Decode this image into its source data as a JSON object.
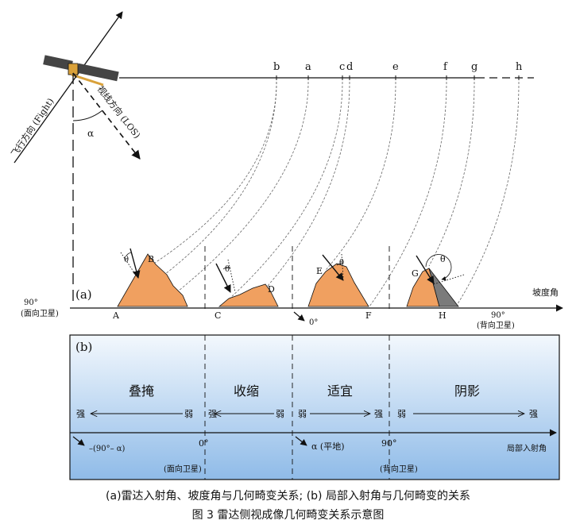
{
  "colors": {
    "terrain": "#f0a060",
    "shadow": "#7b7b7b",
    "panel_top": "#f3f8fd",
    "panel_bottom": "#8fbbe8",
    "line": "#111111"
  },
  "satellite": {
    "flight_label": "飞行方向 (Fight)",
    "los_label": "视线方向 (LOS)",
    "alpha_label": "α"
  },
  "range_points": [
    "b",
    "a",
    "c",
    "d",
    "e",
    "f",
    "g",
    "h"
  ],
  "panel_a": {
    "tag": "(a)",
    "axis_label": "坡度角",
    "left_end": {
      "angle": "90°",
      "note": "(面向卫星)"
    },
    "right_end": {
      "angle": "90°",
      "note": "(背向卫星)"
    },
    "zero_label": "0°",
    "ground_points": [
      "A",
      "C",
      "F",
      "H"
    ],
    "peak_points": [
      "B",
      "D",
      "E",
      "G"
    ],
    "theta": "θ"
  },
  "panel_b": {
    "tag": "(b)",
    "regions": [
      "叠掩",
      "收缩",
      "适宜",
      "阴影"
    ],
    "strength": {
      "strong": "强",
      "weak": "弱"
    },
    "axis_label": "局部入射角",
    "ticks": {
      "left": "–(90°– α)",
      "zero": "0°",
      "alpha": "α (平地)",
      "ninety": "90°"
    },
    "notes": {
      "facing": "(面向卫星)",
      "away": "(背向卫星)"
    }
  },
  "caption": {
    "line1": "(a)雷达入射角、坡度角与几何畸变关系; (b) 局部入射角与几何畸变的关系",
    "line2": "图 3  雷达侧视成像几何畸变关系示意图"
  }
}
